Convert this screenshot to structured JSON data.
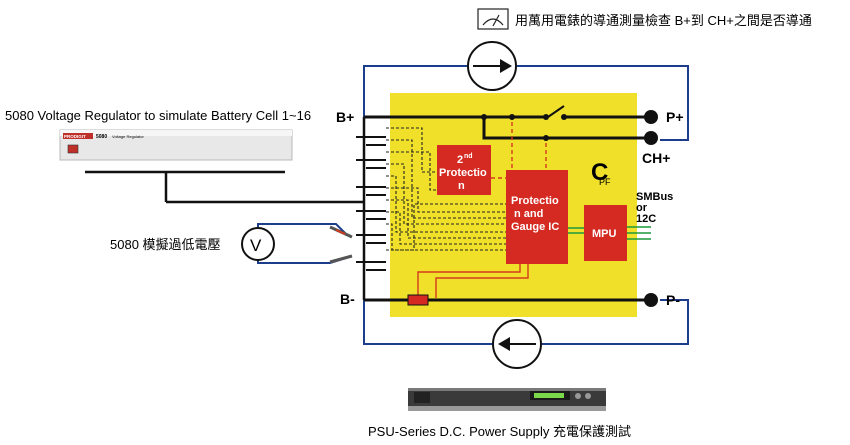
{
  "texts": {
    "top_note": "用萬用電錶的導通測量檢查 B+到 CH+之間是否導通",
    "regulator_caption": "5080 Voltage Regulator to simulate Battery Cell 1~16",
    "regulator_brand": "PRODIGIT",
    "regulator_model": "5080",
    "regulator_sub": "Voltage Regulator",
    "simulate_low": "5080 模擬過低電壓",
    "psu_caption": "PSU-Series D.C. Power Supply 充電保護測試",
    "b_plus": "B+",
    "b_minus": "B-",
    "p_plus": "P+",
    "ch_plus": "CH+",
    "p_minus": "P-",
    "pf_big": "C",
    "pf_small": "PF",
    "smbus1": "SMBus",
    "smbus2": "or",
    "smbus3": "12C",
    "second_prot_1": "2",
    "second_prot_sup": "nd",
    "second_prot_2": "Protectio",
    "second_prot_3": "n",
    "gauge_1": "Protectio",
    "gauge_2": "n and",
    "gauge_3": "Gauge IC",
    "mpu": "MPU",
    "voltmeter": "V"
  },
  "colors": {
    "board": "#f0e02a",
    "chip": "#d42a22",
    "wire_blue": "#1c3c8c",
    "wire_dark": "#111111",
    "wire_red": "#d23a1c",
    "wire_green": "#1a9a3a"
  }
}
